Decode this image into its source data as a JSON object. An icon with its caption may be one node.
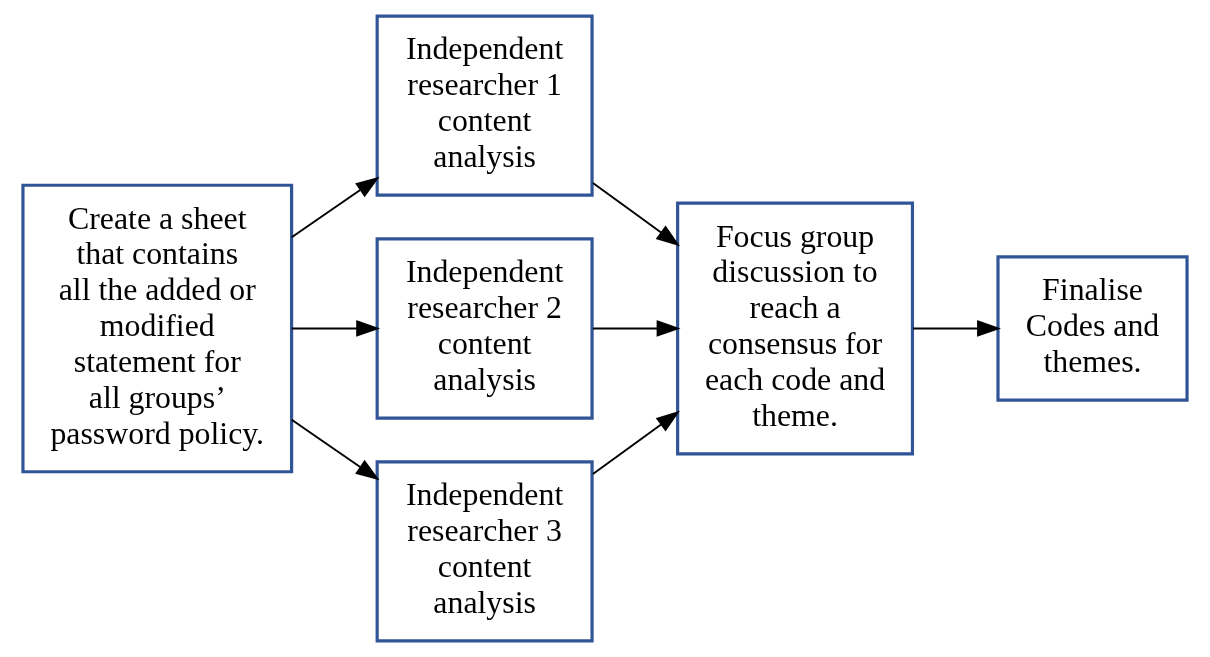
{
  "diagram": {
    "nodes": [
      {
        "text": [
          "Create a sheet that contains all the added or modified statement for all groups’ password policy."
        ]
      },
      {
        "text": [
          "Independent researcher 1",
          "content analysis"
        ]
      },
      {
        "text": [
          "Independent researcher 2",
          "content analysis"
        ]
      },
      {
        "text": [
          "Independent researcher 3",
          "content analysis"
        ]
      },
      {
        "text": [
          "Focus group discussion to reach a consensus for each code and theme."
        ]
      },
      {
        "text": [
          "Finalise",
          "Codes and themes."
        ]
      }
    ],
    "edges": [
      {
        "from": 0,
        "to": 1,
        "arrow": "to"
      },
      {
        "from": 0,
        "to": 2,
        "arrow": "to"
      },
      {
        "from": 0,
        "to": 3,
        "arrow": "to"
      },
      {
        "from": 1,
        "to": 4,
        "arrow": "to"
      },
      {
        "from": 2,
        "to": 4,
        "arrow": "to"
      },
      {
        "from": 3,
        "to": 4,
        "arrow": "to"
      },
      {
        "from": 4,
        "to": 5,
        "arrow": "to"
      }
    ]
  }
}
